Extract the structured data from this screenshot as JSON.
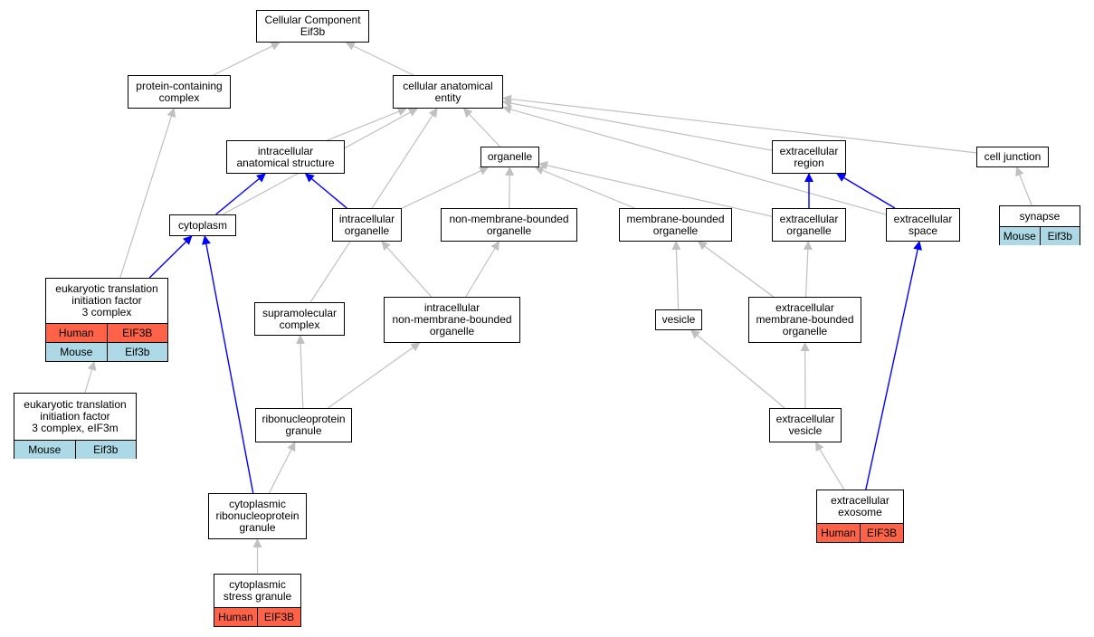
{
  "colors": {
    "human": "#ff6347",
    "mouse": "#add8e6",
    "edge_gray": "#c0c0c0",
    "edge_blue": "#0000ff"
  },
  "nodes": {
    "cc_root": {
      "label": "Cellular Component\nEif3b"
    },
    "protein_complex": {
      "label": "protein-containing\ncomplex"
    },
    "cell_anat_entity": {
      "label": "cellular anatomical\nentity"
    },
    "intracellular_anat": {
      "label": "intracellular\nanatomical structure"
    },
    "organelle": {
      "label": "organelle"
    },
    "extracellular_region": {
      "label": "extracellular\nregion"
    },
    "cell_junction": {
      "label": "cell junction"
    },
    "synapse": {
      "label": "synapse",
      "rows": [
        {
          "species": "Mouse",
          "gene": "Eif3b"
        }
      ]
    },
    "cytoplasm": {
      "label": "cytoplasm"
    },
    "intracellular_organelle": {
      "label": "intracellular\norganelle"
    },
    "nonmembrane_organelle": {
      "label": "non-membrane-bounded\norganelle"
    },
    "membrane_organelle": {
      "label": "membrane-bounded\norganelle"
    },
    "extracellular_organelle": {
      "label": "extracellular\norganelle"
    },
    "extracellular_space": {
      "label": "extracellular\nspace"
    },
    "eif3_complex": {
      "label": "eukaryotic translation\ninitiation factor\n3 complex",
      "rows": [
        {
          "species": "Human",
          "gene": "EIF3B"
        },
        {
          "species": "Mouse",
          "gene": "Eif3b"
        }
      ]
    },
    "supramolecular": {
      "label": "supramolecular\ncomplex"
    },
    "intra_nonmembrane_organelle": {
      "label": "intracellular\nnon-membrane-bounded\norganelle"
    },
    "vesicle": {
      "label": "vesicle"
    },
    "extra_membrane_organelle": {
      "label": "extracellular\nmembrane-bounded\norganelle"
    },
    "eif3m_complex": {
      "label": "eukaryotic translation\ninitiation factor\n3 complex, eIF3m",
      "rows": [
        {
          "species": "Mouse",
          "gene": "Eif3b"
        }
      ]
    },
    "rnp_granule": {
      "label": "ribonucleoprotein\ngranule"
    },
    "extracellular_vesicle": {
      "label": "extracellular\nvesicle"
    },
    "cyto_rnp_granule": {
      "label": "cytoplasmic\nribonucleoprotein\ngranule"
    },
    "extracellular_exosome": {
      "label": "extracellular\nexosome",
      "rows": [
        {
          "species": "Human",
          "gene": "EIF3B"
        }
      ]
    },
    "stress_granule": {
      "label": "cytoplasmic\nstress granule",
      "rows": [
        {
          "species": "Human",
          "gene": "EIF3B"
        }
      ]
    }
  },
  "edges": [
    {
      "from": "protein_complex",
      "to": "cc_root",
      "color": "gray"
    },
    {
      "from": "cell_anat_entity",
      "to": "cc_root",
      "color": "gray"
    },
    {
      "from": "intracellular_anat",
      "to": "cell_anat_entity",
      "color": "gray"
    },
    {
      "from": "organelle",
      "to": "cell_anat_entity",
      "color": "gray"
    },
    {
      "from": "extracellular_region",
      "to": "cell_anat_entity",
      "color": "gray"
    },
    {
      "from": "cell_junction",
      "to": "cell_anat_entity",
      "color": "gray"
    },
    {
      "from": "cytoplasm",
      "to": "cell_anat_entity",
      "color": "gray"
    },
    {
      "from": "supramolecular",
      "to": "cell_anat_entity",
      "color": "gray"
    },
    {
      "from": "extracellular_space",
      "to": "cell_anat_entity",
      "color": "gray"
    },
    {
      "from": "synapse",
      "to": "cell_junction",
      "color": "gray"
    },
    {
      "from": "cytoplasm",
      "to": "intracellular_anat",
      "color": "blue"
    },
    {
      "from": "intracellular_organelle",
      "to": "intracellular_anat",
      "color": "blue"
    },
    {
      "from": "intracellular_organelle",
      "to": "organelle",
      "color": "gray"
    },
    {
      "from": "nonmembrane_organelle",
      "to": "organelle",
      "color": "gray"
    },
    {
      "from": "membrane_organelle",
      "to": "organelle",
      "color": "gray"
    },
    {
      "from": "extracellular_organelle",
      "to": "organelle",
      "color": "gray"
    },
    {
      "from": "extracellular_organelle",
      "to": "extracellular_region",
      "color": "blue"
    },
    {
      "from": "extracellular_space",
      "to": "extracellular_region",
      "color": "blue"
    },
    {
      "from": "eif3_complex",
      "to": "protein_complex",
      "color": "gray"
    },
    {
      "from": "eif3_complex",
      "to": "cytoplasm",
      "color": "blue"
    },
    {
      "from": "eif3m_complex",
      "to": "eif3_complex",
      "color": "gray"
    },
    {
      "from": "intra_nonmembrane_organelle",
      "to": "intracellular_organelle",
      "color": "gray"
    },
    {
      "from": "intra_nonmembrane_organelle",
      "to": "nonmembrane_organelle",
      "color": "gray"
    },
    {
      "from": "vesicle",
      "to": "membrane_organelle",
      "color": "gray"
    },
    {
      "from": "extra_membrane_organelle",
      "to": "membrane_organelle",
      "color": "gray"
    },
    {
      "from": "extra_membrane_organelle",
      "to": "extracellular_organelle",
      "color": "gray"
    },
    {
      "from": "rnp_granule",
      "to": "supramolecular",
      "color": "gray"
    },
    {
      "from": "rnp_granule",
      "to": "intra_nonmembrane_organelle",
      "color": "gray"
    },
    {
      "from": "cyto_rnp_granule",
      "to": "rnp_granule",
      "color": "gray"
    },
    {
      "from": "cyto_rnp_granule",
      "to": "cytoplasm",
      "color": "blue"
    },
    {
      "from": "stress_granule",
      "to": "cyto_rnp_granule",
      "color": "gray"
    },
    {
      "from": "extracellular_vesicle",
      "to": "vesicle",
      "color": "gray"
    },
    {
      "from": "extracellular_vesicle",
      "to": "extra_membrane_organelle",
      "color": "gray"
    },
    {
      "from": "extracellular_exosome",
      "to": "extracellular_vesicle",
      "color": "gray"
    },
    {
      "from": "extracellular_exosome",
      "to": "extracellular_space",
      "color": "blue"
    }
  ]
}
